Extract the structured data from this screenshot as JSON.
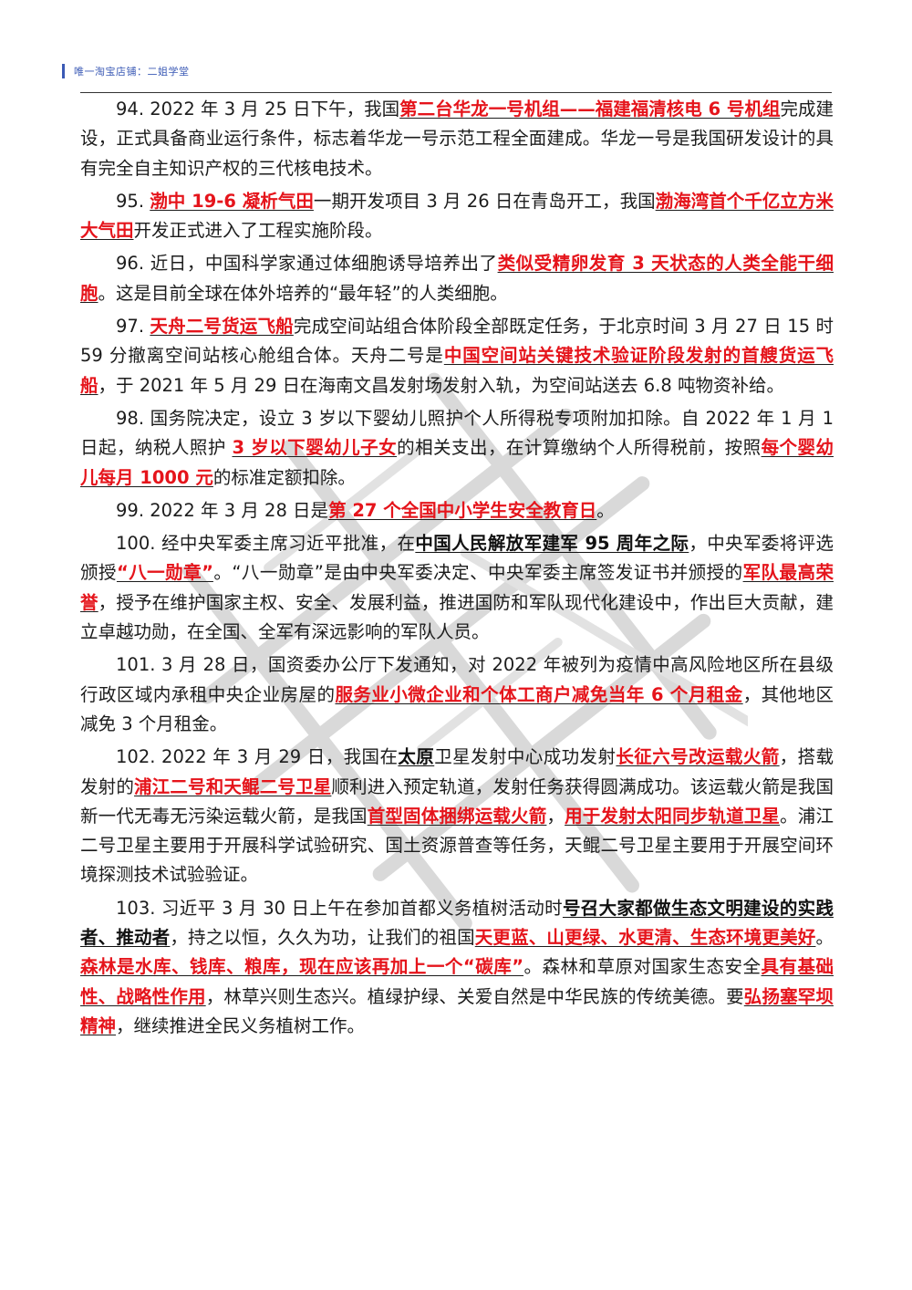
{
  "header": {
    "text": "唯一淘宝店铺：二姐学堂"
  },
  "watermark": {
    "lettering": "二姐学堂"
  },
  "paragraphs": [
    {
      "segments": [
        {
          "t": "94. 2022 年 3 月 25 日下午，我国",
          "s": ""
        },
        {
          "t": "第二台华龙一号机组——福建福清核电 6 号机组",
          "s": "red"
        },
        {
          "t": "完成建设，正式具备商业运行条件，标志着华龙一号示范工程全面建成。华龙一号是我国研发设计的具有完全自主知识产权的三代核电技术。",
          "s": ""
        }
      ]
    },
    {
      "segments": [
        {
          "t": "95. ",
          "s": ""
        },
        {
          "t": "渤中 19-6 凝析气田",
          "s": "red"
        },
        {
          "t": "一期开发项目 3 月 26 日在青岛开工，我国",
          "s": ""
        },
        {
          "t": "渤海湾首个千亿立方米大气田",
          "s": "red"
        },
        {
          "t": "开发正式进入了工程实施阶段。",
          "s": ""
        }
      ]
    },
    {
      "segments": [
        {
          "t": "96. 近日，中国科学家通过体细胞诱导培养出了",
          "s": ""
        },
        {
          "t": "类似受精卵发育 3 天状态的人类全能干细胞",
          "s": "red"
        },
        {
          "t": "。这是目前全球在体外培养的“最年轻”的人类细胞。",
          "s": ""
        }
      ]
    },
    {
      "segments": [
        {
          "t": "97. ",
          "s": ""
        },
        {
          "t": "天舟二号货运飞船",
          "s": "red"
        },
        {
          "t": "完成空间站组合体阶段全部既定任务，于北京时间 3 月 27 日 15 时 59 分撤离空间站核心舱组合体。天舟二号是",
          "s": ""
        },
        {
          "t": "中国空间站关键技术验证阶段发射的首艘货运飞船",
          "s": "red"
        },
        {
          "t": "，于 2021 年 5 月 29 日在海南文昌发射场发射入轨，为空间站送去 6.8 吨物资补给。",
          "s": ""
        }
      ]
    },
    {
      "segments": [
        {
          "t": "98. 国务院决定，设立 3 岁以下婴幼儿照护个人所得税专项附加扣除。自 2022 年 1 月 1 日起，纳税人照护 ",
          "s": ""
        },
        {
          "t": "3 岁以下婴幼儿子女",
          "s": "red"
        },
        {
          "t": "的相关支出，在计算缴纳个人所得税前，按照",
          "s": ""
        },
        {
          "t": "每个婴幼儿每月 1000 元",
          "s": "red"
        },
        {
          "t": "的标准定额扣除。",
          "s": ""
        }
      ]
    },
    {
      "segments": [
        {
          "t": "99. 2022 年 3 月 28 日是",
          "s": ""
        },
        {
          "t": "第 27 个全国中小学生安全教育日",
          "s": "red"
        },
        {
          "t": "。",
          "s": ""
        }
      ]
    },
    {
      "segments": [
        {
          "t": "100. 经中央军委主席习近平批准，在",
          "s": ""
        },
        {
          "t": "中国人民解放军建军 95 周年之际",
          "s": "blk"
        },
        {
          "t": "，中央军委将评选颁授",
          "s": ""
        },
        {
          "t": "“八一勋章”",
          "s": "red"
        },
        {
          "t": "。“八一勋章”是由中央军委决定、中央军委主席签发证书并颁授的",
          "s": ""
        },
        {
          "t": "军队最高荣誉",
          "s": "red"
        },
        {
          "t": "，授予在维护国家主权、安全、发展利益，推进国防和军队现代化建设中，作出巨大贡献，建立卓越功勋，在全国、全军有深远影响的军队人员。",
          "s": ""
        }
      ]
    },
    {
      "segments": [
        {
          "t": "101. 3 月 28 日，国资委办公厅下发通知，对 2022 年被列为疫情中高风险地区所在县级行政区域内承租中央企业房屋的",
          "s": ""
        },
        {
          "t": "服务业小微企业和个体工商户减免当年 6 个月租金",
          "s": "red"
        },
        {
          "t": "，其他地区减免 3 个月租金。",
          "s": ""
        }
      ]
    },
    {
      "segments": [
        {
          "t": "102. 2022 年 3 月 29 日，我国在",
          "s": ""
        },
        {
          "t": "太原",
          "s": "blk"
        },
        {
          "t": "卫星发射中心成功发射",
          "s": ""
        },
        {
          "t": "长征六号改运载火箭",
          "s": "red"
        },
        {
          "t": "，搭载发射的",
          "s": ""
        },
        {
          "t": "浦江二号和天鲲二号卫星",
          "s": "red"
        },
        {
          "t": "顺利进入预定轨道，发射任务获得圆满成功。该运载火箭是我国新一代无毒无污染运载火箭，是我国",
          "s": ""
        },
        {
          "t": "首型固体捆绑运载火箭",
          "s": "red"
        },
        {
          "t": "，",
          "s": ""
        },
        {
          "t": "用于发射太阳同步轨道卫星",
          "s": "red"
        },
        {
          "t": "。浦江二号卫星主要用于开展科学试验研究、国土资源普查等任务，天鲲二号卫星主要用于开展空间环境探测技术试验验证。",
          "s": ""
        }
      ]
    },
    {
      "segments": [
        {
          "t": "103. 习近平 3 月 30 日上午在参加首都义务植树活动时",
          "s": ""
        },
        {
          "t": "号召大家都做生态文明建设的实践者、推动者",
          "s": "blk"
        },
        {
          "t": "，持之以恒，久久为功，让我们的祖国",
          "s": ""
        },
        {
          "t": "天更蓝、山更绿、水更清、生态环境更美好",
          "s": "red"
        },
        {
          "t": "。",
          "s": ""
        },
        {
          "t": "森林是水库、钱库、粮库，现在应该再加上一个“碳库”",
          "s": "red"
        },
        {
          "t": "。森林和草原对国家生态安全",
          "s": ""
        },
        {
          "t": "具有基础性、战略性作用",
          "s": "red"
        },
        {
          "t": "，林草兴则生态兴。植绿护绿、关爱自然是中华民族的传统美德。要",
          "s": ""
        },
        {
          "t": "弘扬塞罕坝精神",
          "s": "red"
        },
        {
          "t": "，继续推进全民义务植树工作。",
          "s": ""
        }
      ]
    }
  ]
}
